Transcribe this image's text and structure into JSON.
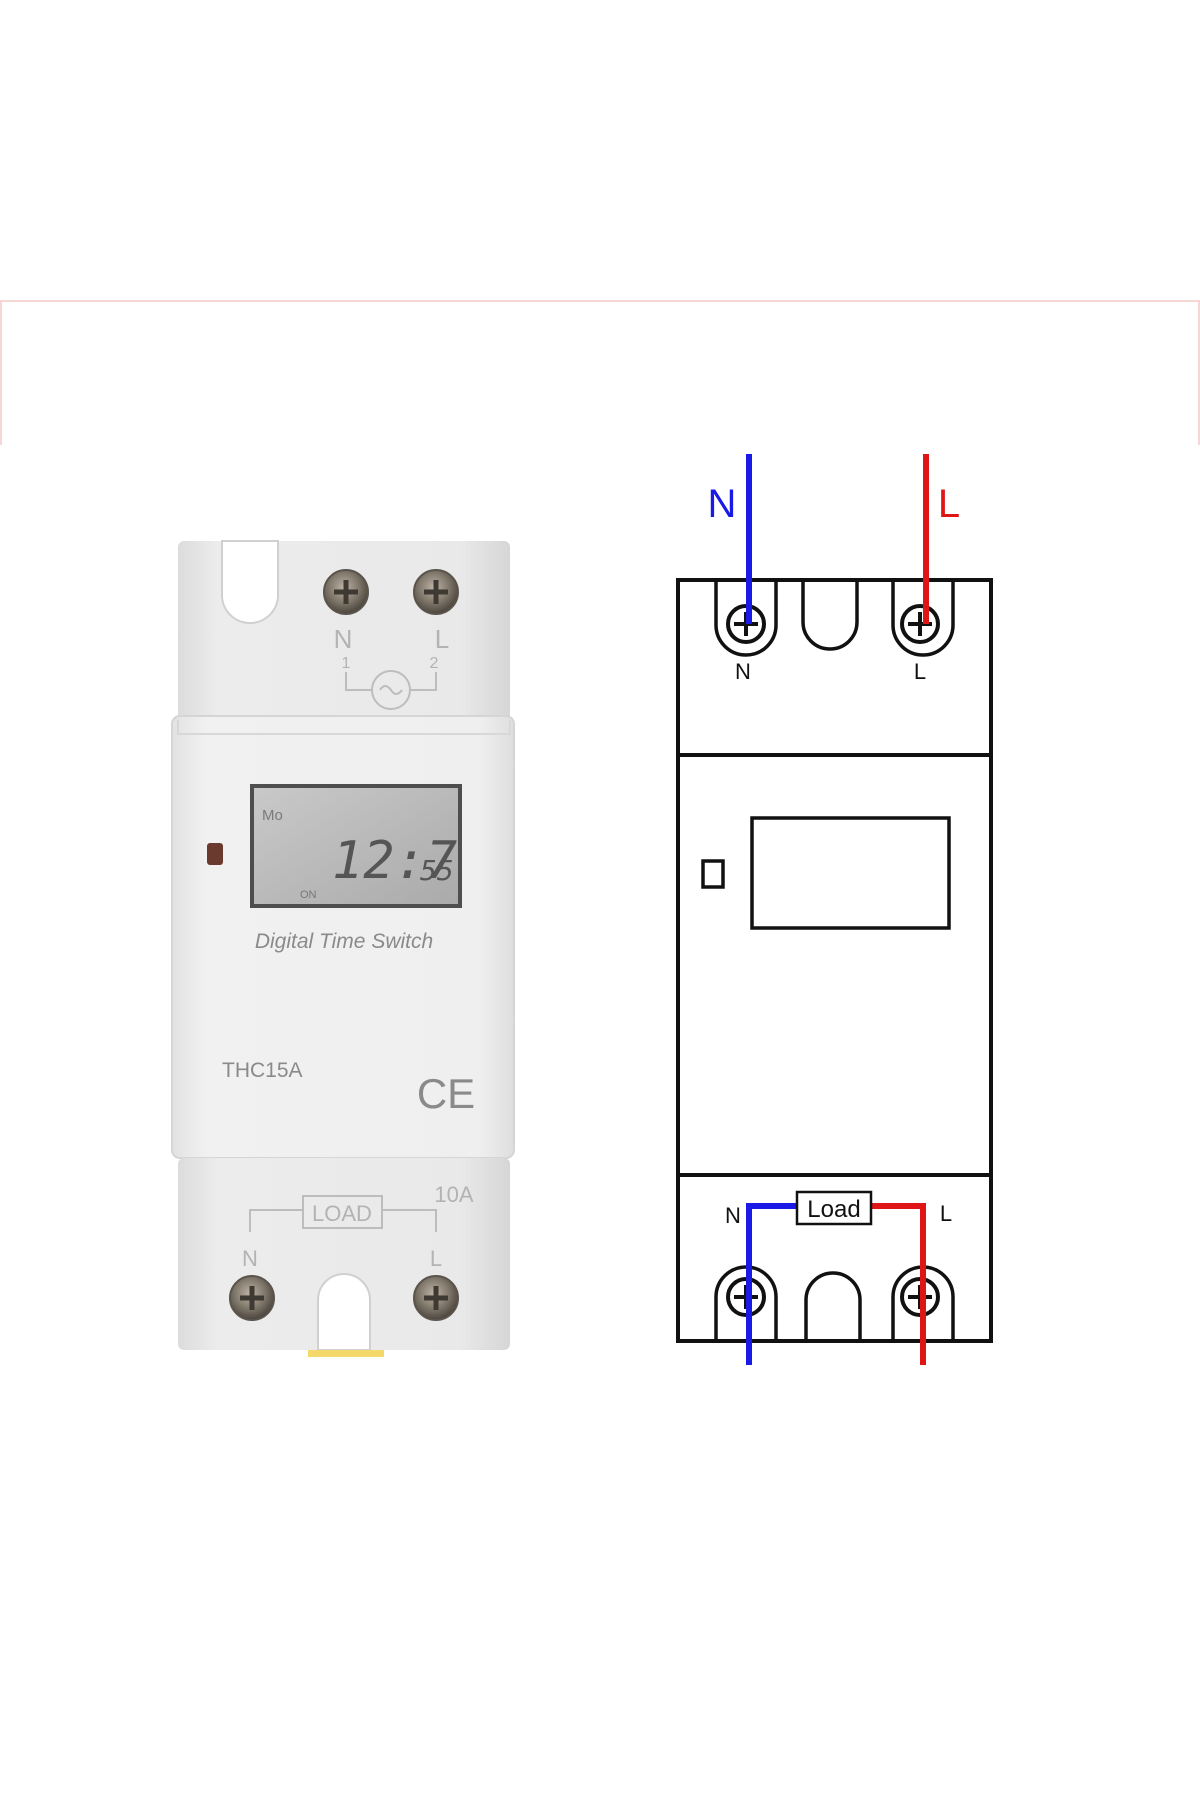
{
  "device": {
    "terminal_top_left": "N",
    "terminal_top_right": "L",
    "terminal_num_1": "1",
    "terminal_num_2": "2",
    "lcd_day": "Mo",
    "lcd_time": "12:7",
    "lcd_seconds": "55",
    "lcd_state": "ON",
    "product_label": "Digital Time Switch",
    "model": "THC15A",
    "cert_mark": "CE",
    "load_label": "LOAD",
    "rating": "10A",
    "terminal_bottom_left": "N",
    "terminal_bottom_right": "L"
  },
  "wiring": {
    "wire_label_n": "N",
    "wire_label_l": "L",
    "top_terminal_n": "N",
    "top_terminal_l": "L",
    "load_label": "Load",
    "bottom_terminal_n": "N",
    "bottom_terminal_l": "L",
    "colors": {
      "neutral": "#1a1ae6",
      "live": "#e01515",
      "outline": "#111111"
    }
  }
}
